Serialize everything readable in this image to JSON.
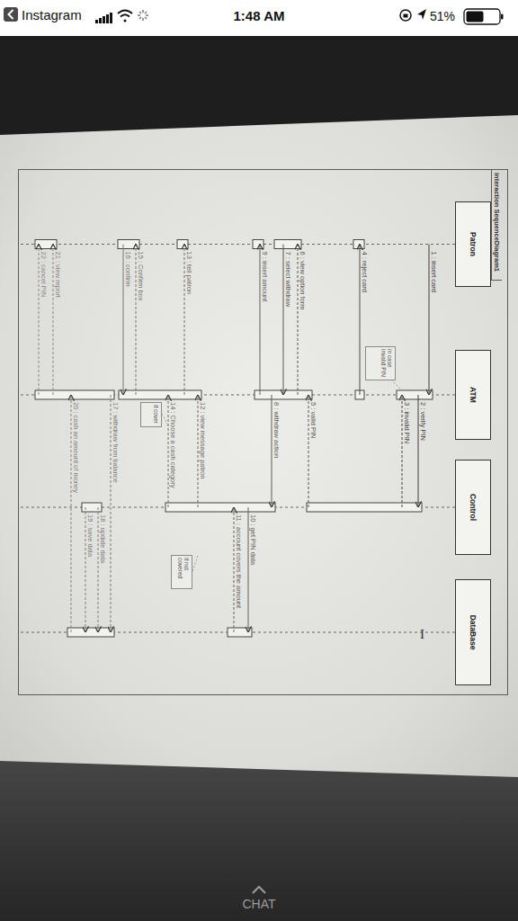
{
  "diagram": {
    "nodes": [
      {
        "text": [
          "interaction SequenceDiagram1"
        ]
      },
      {
        "text": [
          "Patron"
        ],
        "in": 0
      },
      {
        "text": [
          "ATM"
        ],
        "in": 0
      },
      {
        "text": [
          "Control"
        ],
        "in": 0
      },
      {
        "text": [
          "DataBase"
        ],
        "in": 0
      },
      {
        "text": [
          "in case invalid PIN"
        ],
        "in": 0
      },
      {
        "text": [
          "if not covered"
        ],
        "in": 0
      },
      {
        "text": [
          "if cover"
        ],
        "in": 0
      }
    ],
    "edges": [
      {
        "from": 1,
        "to": 2,
        "label": "1 : insert card",
        "arrow": "to"
      },
      {
        "from": 2,
        "to": 3,
        "label": "2 : verify PIN",
        "arrow": "to"
      },
      {
        "from": 3,
        "to": 2,
        "label": "3 : invalid PIN",
        "arrow": "to"
      },
      {
        "from": 2,
        "to": 1,
        "label": "4 : reject card",
        "arrow": "to"
      },
      {
        "from": 3,
        "to": 2,
        "label": "5 : valid PIN",
        "arrow": "to"
      },
      {
        "from": 2,
        "to": 1,
        "label": "6 : view option form",
        "arrow": "to"
      },
      {
        "from": 1,
        "to": 2,
        "label": "7 : select withdraw",
        "arrow": "to"
      },
      {
        "from": 2,
        "to": 3,
        "label": "8 : withdraw action",
        "arrow": "to"
      },
      {
        "from": 2,
        "to": 1,
        "label": "9 : insert amount",
        "arrow": "to"
      },
      {
        "from": 3,
        "to": 4,
        "label": "10 : get PIN data",
        "arrow": "to"
      },
      {
        "from": 4,
        "to": 3,
        "label": "11 : account covers the amount",
        "arrow": "to"
      },
      {
        "from": 3,
        "to": 2,
        "label": "12 : view message patron",
        "arrow": "to"
      },
      {
        "from": 2,
        "to": 1,
        "label": "13 : tell patron",
        "arrow": "to"
      },
      {
        "from": 3,
        "to": 2,
        "label": "14 : Choose a cash category",
        "arrow": "to"
      },
      {
        "from": 2,
        "to": 1,
        "label": "15 : Confirm box",
        "arrow": "to"
      },
      {
        "from": 1,
        "to": 2,
        "label": "16 : confirm",
        "arrow": "to"
      },
      {
        "from": 2,
        "to": 4,
        "label": "17 : withdraw from balance",
        "arrow": "to"
      },
      {
        "from": 3,
        "to": 4,
        "label": "18 : update data",
        "arrow": "to"
      },
      {
        "from": 3,
        "to": 4,
        "label": "19 : save data",
        "arrow": "to"
      },
      {
        "from": 4,
        "to": 2,
        "label": "20 : cash an amount of money",
        "arrow": "to"
      },
      {
        "from": 2,
        "to": 1,
        "label": "21 : view report",
        "arrow": "to"
      },
      {
        "from": 2,
        "to": 1,
        "label": "22 : cancel PIN",
        "arrow": "to"
      }
    ],
    "labels": [
      "Instagram",
      "1:48 AM",
      "51%",
      "CHAT",
      "I"
    ]
  }
}
